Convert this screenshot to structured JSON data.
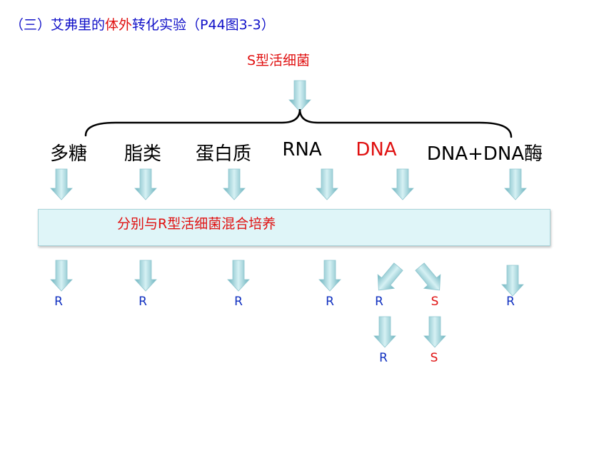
{
  "title": {
    "prefix": "（三）艾弗里的",
    "highlight": "体外",
    "suffix": "转化实验（P44图3-3）"
  },
  "source": "S型活细菌",
  "components": [
    {
      "label": "多糖",
      "highlight": false
    },
    {
      "label": "脂类",
      "highlight": false
    },
    {
      "label": "蛋白质",
      "highlight": false
    },
    {
      "label": "RNA",
      "highlight": false
    },
    {
      "label": "DNA",
      "highlight": true
    },
    {
      "label": "DNA+DNA酶",
      "highlight": false
    }
  ],
  "mix_label": "分别与R型活细菌混合培养",
  "results": [
    {
      "label": "R",
      "color": "blue"
    },
    {
      "label": "R",
      "color": "blue"
    },
    {
      "label": "R",
      "color": "blue"
    },
    {
      "label": "R",
      "color": "blue"
    },
    {
      "label": "R",
      "color": "blue"
    },
    {
      "label": "S",
      "color": "red"
    },
    {
      "label": "R",
      "color": "blue"
    }
  ],
  "progeny": [
    {
      "label": "R",
      "color": "blue"
    },
    {
      "label": "S",
      "color": "red"
    }
  ],
  "colors": {
    "accent_red": "#e01010",
    "text_blue": "#1030c0",
    "arrow": "#8fcfd8"
  }
}
